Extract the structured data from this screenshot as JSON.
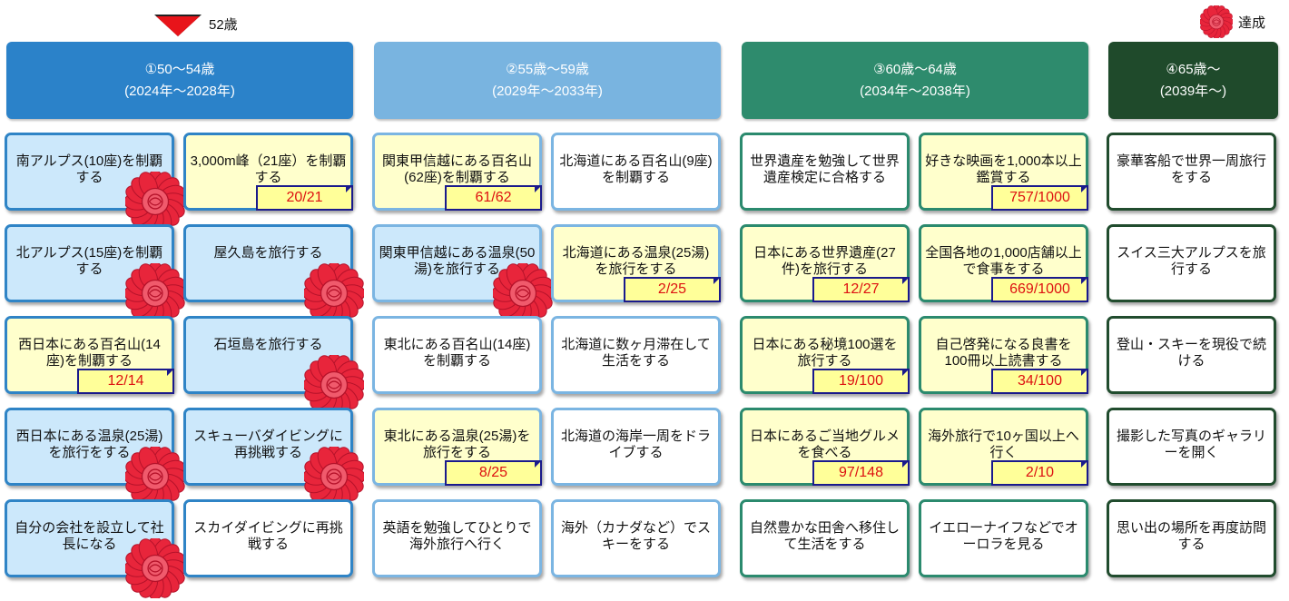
{
  "marker": {
    "label": "52歳"
  },
  "legend": {
    "label": "達成",
    "icon": "rosette-icon"
  },
  "colors": {
    "group1": "#2b82c9",
    "group2": "#79b4e0",
    "group3": "#2e8b6d",
    "group4": "#1f4a2b",
    "cell_blue": "#cce8fb",
    "cell_yellow": "#ffffcc",
    "cell_white": "#ffffff",
    "progress_fill": "#ffff99",
    "progress_text": "#dd1111",
    "stamp": "#e8253b"
  },
  "groups": [
    {
      "title": "①50～54歳",
      "years": "(2024年～2028年)"
    },
    {
      "title": "②55歳～59歳",
      "years": "(2029年～2033年)"
    },
    {
      "title": "③60歳～64歳",
      "years": "(2034年～2038年)"
    },
    {
      "title": "④65歳～",
      "years": "(2039年～)"
    }
  ],
  "goals": [
    {
      "text": "南アルプス(10座)を制覇する",
      "status": "achieved",
      "progress": ""
    },
    {
      "text": "3,000m峰（21座）を制覇する",
      "status": "in_progress",
      "progress": "20/21"
    },
    {
      "text": "北アルプス(15座)を制覇する",
      "status": "achieved",
      "progress": ""
    },
    {
      "text": "屋久島を旅行する",
      "status": "achieved",
      "progress": ""
    },
    {
      "text": "西日本にある百名山(14座)を制覇する",
      "status": "in_progress",
      "progress": "12/14"
    },
    {
      "text": "石垣島を旅行する",
      "status": "achieved",
      "progress": ""
    },
    {
      "text": "西日本にある温泉(25湯)を旅行をする",
      "status": "achieved",
      "progress": ""
    },
    {
      "text": "スキューバダイビングに再挑戦する",
      "status": "achieved",
      "progress": ""
    },
    {
      "text": "自分の会社を設立して社長になる",
      "status": "achieved",
      "progress": ""
    },
    {
      "text": "スカイダイビングに再挑戦する",
      "status": "todo",
      "progress": ""
    },
    {
      "text": "関東甲信越にある百名山(62座)を制覇する",
      "status": "in_progress",
      "progress": "61/62"
    },
    {
      "text": "北海道にある百名山(9座)を制覇する",
      "status": "todo",
      "progress": ""
    },
    {
      "text": "関東甲信越にある温泉(50湯)を旅行する",
      "status": "achieved",
      "progress": ""
    },
    {
      "text": "北海道にある温泉(25湯)を旅行をする",
      "status": "in_progress",
      "progress": "2/25"
    },
    {
      "text": "東北にある百名山(14座)を制覇する",
      "status": "todo",
      "progress": ""
    },
    {
      "text": "北海道に数ヶ月滞在して生活をする",
      "status": "todo",
      "progress": ""
    },
    {
      "text": "東北にある温泉(25湯)を旅行をする",
      "status": "in_progress",
      "progress": "8/25"
    },
    {
      "text": "北海道の海岸一周をドライブする",
      "status": "todo",
      "progress": ""
    },
    {
      "text": "英語を勉強してひとりで海外旅行へ行く",
      "status": "todo",
      "progress": ""
    },
    {
      "text": "海外（カナダなど）でスキーをする",
      "status": "todo",
      "progress": ""
    },
    {
      "text": "世界遺産を勉強して世界遺産検定に合格する",
      "status": "todo",
      "progress": ""
    },
    {
      "text": "好きな映画を1,000本以上鑑賞する",
      "status": "in_progress",
      "progress": "757/1000"
    },
    {
      "text": "日本にある世界遺産(27件)を旅行する",
      "status": "in_progress",
      "progress": "12/27"
    },
    {
      "text": "全国各地の1,000店舗以上で食事をする",
      "status": "in_progress",
      "progress": "669/1000"
    },
    {
      "text": "日本にある秘境100選を旅行する",
      "status": "in_progress",
      "progress": "19/100"
    },
    {
      "text": "自己啓発になる良書を100冊以上読書する",
      "status": "in_progress",
      "progress": "34/100"
    },
    {
      "text": "日本にあるご当地グルメを食べる",
      "status": "in_progress",
      "progress": "97/148"
    },
    {
      "text": "海外旅行で10ヶ国以上へ行く",
      "status": "in_progress",
      "progress": "2/10"
    },
    {
      "text": "自然豊かな田舎へ移住して生活をする",
      "status": "todo",
      "progress": ""
    },
    {
      "text": "イエローナイフなどでオーロラを見る",
      "status": "todo",
      "progress": ""
    },
    {
      "text": "豪華客船で世界一周旅行をする",
      "status": "todo",
      "progress": ""
    },
    {
      "text": "スイス三大アルプスを旅行する",
      "status": "todo",
      "progress": ""
    },
    {
      "text": "登山・スキーを現役で続ける",
      "status": "todo",
      "progress": ""
    },
    {
      "text": "撮影した写真のギャラリーを開く",
      "status": "todo",
      "progress": ""
    },
    {
      "text": "思い出の場所を再度訪問する",
      "status": "todo",
      "progress": ""
    }
  ]
}
